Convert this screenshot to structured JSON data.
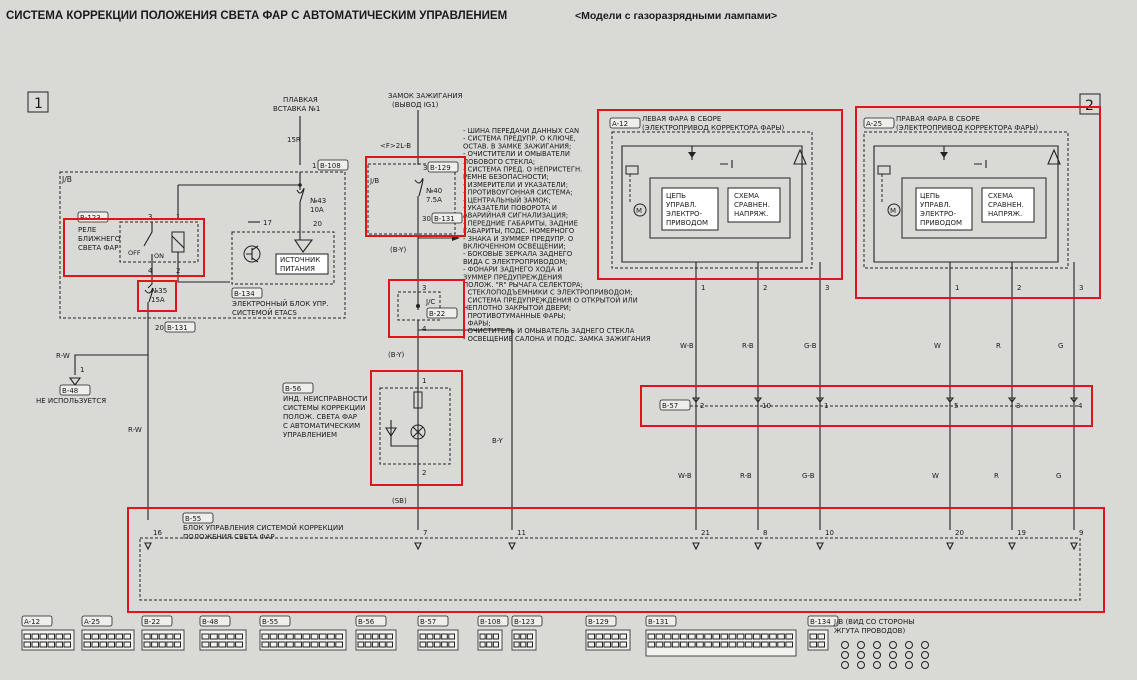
{
  "title": "СИСТЕМА КОРРЕКЦИИ ПОЛОЖЕНИЯ СВЕТА ФАР С АВТОМАТИЧЕСКИМ УПРАВЛЕНИЕМ",
  "subtitle": "<Модели с газоразрядными лампами>",
  "page_markers": {
    "left": "1",
    "right": "2"
  },
  "fusible": {
    "line1": "ПЛАВКАЯ",
    "line2": "ВСТАВКА №1",
    "wire": "15R",
    "pin": "1",
    "connector": "B-108"
  },
  "jb": {
    "label": "J/B"
  },
  "fuse43": {
    "line1": "№43",
    "line2": "10A",
    "pin": "20"
  },
  "relay": {
    "connector": "B-123",
    "line1": "РЕЛЕ",
    "line2": "БЛИЖНЕГО",
    "line3": "СВЕТА ФАР",
    "off": "OFF",
    "on": "ON",
    "pin3": "3",
    "pin1": "1",
    "pin4": "4",
    "pin2": "2"
  },
  "pin17": "17",
  "power_source": {
    "line1": "ИСТОЧНИК",
    "line2": "ПИТАНИЯ"
  },
  "etacs": {
    "connector": "B-134",
    "line1": "ЭЛЕКТРОННЫЙ БЛОК УПР.",
    "line2": "СИСТЕМОЙ ETACS"
  },
  "fuse35": {
    "line1": "№35",
    "line2": "15A",
    "pin": "20",
    "connector": "B-131"
  },
  "b48": {
    "wire": "R-W",
    "pin": "1",
    "connector": "B-48",
    "note": "НЕ ИСПОЛЬЗУЕТСЯ"
  },
  "wire_rw": "R-W",
  "ignition": {
    "line1": "ЗАМОК ЗАЖИГАНИЯ",
    "line2": "(ВЫВОД IG1)",
    "wire": "<F>2L-B"
  },
  "fuse40": {
    "label": "J/B",
    "pin_in": "3",
    "conn_in": "B-129",
    "line1": "№40",
    "line2": "7.5A",
    "pin_out": "30",
    "conn_out": "B-131"
  },
  "wire_by1": "(B-Y)",
  "jc": {
    "pin3": "3",
    "label": "J/C",
    "connector": "B-22",
    "pin4": "4"
  },
  "wire_by2": "(B-Y)",
  "wire_by3": "B-Y",
  "indicator": {
    "connector": "B-56",
    "line1": "ИНД. НЕИСПРАВНОСТИ",
    "line2": "СИСТЕМЫ КОРРЕКЦИИ",
    "line3": "ПОЛОЖ. СВЕТА ФАР",
    "line4": "С АВТОМАТИЧЕСКИМ",
    "line5": "УПРАВЛЕНИЕМ",
    "pin1": "1",
    "pin2": "2"
  },
  "sb": "(SB)",
  "consumers": [
    "- ШИНА ПЕРЕДАЧИ ДАННЫХ CAN",
    "- СИСТЕМА ПРЕДУПР. О КЛЮЧЕ,",
    "  ОСТАВ. В ЗАМКЕ ЗАЖИГАНИЯ;",
    "- ОЧИСТИТЕЛИ И ОМЫВАТЕЛИ",
    "  ЛОБОВОГО СТЕКЛА;",
    "- СИСТЕМА ПРЕД. О НЕПРИСТЕГН.",
    "  РЕМНЕ БЕЗОПАСНОСТИ;",
    "- ИЗМЕРИТЕЛИ И УКАЗАТЕЛИ;",
    "- ПРОТИВОУГОННАЯ СИСТЕМА;",
    "- ЦЕНТРАЛЬНЫЙ ЗАМОК;",
    "- УКАЗАТЕЛИ ПОВОРОТА И",
    "  АВАРИЙНАЯ СИГНАЛИЗАЦИЯ;",
    "- ПЕРЕДНИЕ ГАБАРИТЫ, ЗАДНИЕ",
    "  ГАБАРИТЫ, ПОДС. НОМЕРНОГО",
    "- ЗНАКА И ЗУММЕР ПРЕДУПР. О",
    "  ВКЛЮЧЕННОМ ОСВЕЩЕНИИ;",
    "- БОКОВЫЕ ЗЕРКАЛА ЗАДНЕГО",
    "  ВИДА С ЭЛЕКТРОПРИВОДОМ;",
    "- ФОНАРИ ЗАДНЕГО ХОДА И",
    "  ЗУММЕР ПРЕДУПРЕЖДЕНИЯ",
    "  ПОЛОЖ. \"R\" РЫЧАГА СЕЛЕКТОРА;",
    "- СТЕКЛОПОДЪЕМНИКИ С ЭЛЕКТРОПРИВОДОМ;",
    "- СИСТЕМА ПРЕДУПРЕЖДЕНИЯ О ОТКРЫТОЙ ИЛИ",
    "  НЕПЛОТНО ЗАКРЫТОЙ ДВЕРИ;",
    "- ПРОТИВОТУМАННЫЕ ФАРЫ;",
    "- ФАРЫ;",
    "- ОЧИСТИТЕЛЬ И ОМЫВАТЕЛЬ ЗАДНЕГО СТЕКЛА",
    "- ОСВЕЩЕНИЕ САЛОНА И ПОДС. ЗАМКА ЗАЖИГАНИЯ"
  ],
  "left_headlamp": {
    "connector": "A-12",
    "line1": "ЛЕВАЯ ФАРА В СБОРЕ",
    "line2": "(ЭЛЕКТРОПРИВОД КОРРЕКТОРА ФАРЫ)",
    "ctrl1": "ЦЕПЬ",
    "ctrl2": "УПРАВЛ.",
    "ctrl3": "ЭЛЕКТРО-",
    "ctrl4": "ПРИВОДОМ",
    "cmp1": "СХЕМА",
    "cmp2": "СРАВНЕН.",
    "cmp3": "НАПРЯЖ.",
    "pins": [
      "1",
      "2",
      "3"
    ]
  },
  "right_headlamp": {
    "connector": "A-25",
    "line1": "ПРАВАЯ ФАРА В СБОРЕ",
    "line2": "(ЭЛЕКТРОПРИВОД КОРРЕКТОРА ФАРЫ)",
    "ctrl1": "ЦЕПЬ",
    "ctrl2": "УПРАВЛ.",
    "ctrl3": "ЭЛЕКТРО-",
    "ctrl4": "ПРИВОДОМ",
    "cmp1": "СХЕМА",
    "cmp2": "СРАВНЕН.",
    "cmp3": "НАПРЯЖ.",
    "pins": [
      "1",
      "2",
      "3"
    ]
  },
  "wires_upper": [
    "W-B",
    "R-B",
    "G-B",
    "W",
    "R",
    "G"
  ],
  "b57": {
    "connector": "B-57",
    "pins": [
      "2",
      "10",
      "1",
      "5",
      "3",
      "4"
    ]
  },
  "wires_lower": [
    "W-B",
    "R-B",
    "G-B",
    "W",
    "R",
    "G"
  ],
  "ecu": {
    "connector": "B-55",
    "line1": "БЛОК УПРАВЛЕНИЯ СИСТЕМОЙ КОРРЕКЦИИ",
    "line2": "ПОЛОЖЕНИЯ СВЕТА ФАР",
    "pins": [
      "16",
      "7",
      "11",
      "21",
      "8",
      "10",
      "20",
      "19",
      "9"
    ]
  },
  "connectors": [
    "A-12",
    "A-25",
    "B-22",
    "B-48",
    "B-55",
    "B-56",
    "B-57",
    "B-108",
    "B-123",
    "B-129",
    "B-131",
    "B-134"
  ],
  "jb_view": {
    "line1": "J/B (ВИД СО СТОРОНЫ",
    "line2": "ЖГУТА ПРОВОДОВ)"
  }
}
